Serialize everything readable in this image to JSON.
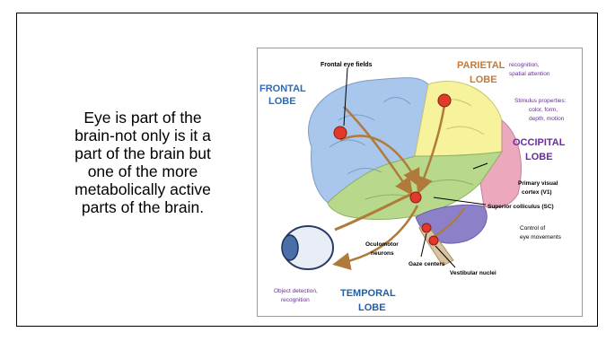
{
  "slide": {
    "text_lines": [
      "Eye is part of the",
      "brain-not only is it a",
      "part of the brain but",
      "one of the more",
      "metabolically active",
      "parts of the brain."
    ]
  },
  "figure": {
    "frontal_eye_fields": "Frontal eye fields",
    "frontal_lobe": [
      "FRONTAL",
      "LOBE"
    ],
    "parietal_lobe": [
      "PARIETAL",
      "LOBE"
    ],
    "parietal_function": [
      "recognition,",
      "spatial attention"
    ],
    "stimulus_properties": [
      "Stimulus properties:",
      "color, form,",
      "depth, motion"
    ],
    "occipital_lobe": [
      "OCCIPITAL",
      "LOBE"
    ],
    "primary_visual": [
      "Primary visual",
      "cortex (V1)"
    ],
    "superior_colliculus": "Superior colliculus (SC)",
    "control_eye": [
      "Control of",
      "eye movements"
    ],
    "oculomotor": [
      "Oculomotor",
      "neurons"
    ],
    "gaze_centers": "Gaze centers",
    "vestibular": "Vestibular nuclei",
    "object_detection": [
      "Object detection,",
      "recognition"
    ],
    "temporal_lobe": [
      "TEMPORAL",
      "LOBE"
    ]
  },
  "colors": {
    "frontal": "#a9c6ec",
    "parietal": "#f7f29c",
    "occipital": "#eca9bd",
    "temporal": "#b8d98c",
    "cerebellum": "#8c80c8",
    "lobe_label": "#2a6bbd",
    "parietal_label": "#c47a35",
    "occipital_label": "#6a2ca0",
    "temporal_label": "#1f5fa8",
    "node": "#e13a2a",
    "arrow": "#b07a3a"
  }
}
